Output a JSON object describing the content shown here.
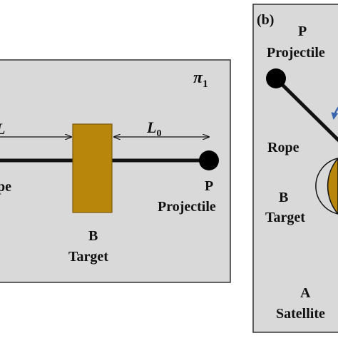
{
  "panel_a": {
    "plane_symbol": "π",
    "plane_subscript": "1",
    "length_symbol": "L",
    "length_subscript": "0",
    "rope_partial": "pe",
    "projectile_letter": "P",
    "projectile_label": "Projectile",
    "target_letter": "B",
    "target_label": "Target"
  },
  "panel_b": {
    "tag": "(b)",
    "projectile_letter": "P",
    "projectile_label": "Projectile",
    "rope_label": "Rope",
    "target_letter": "B",
    "target_label": "Target",
    "satellite_letter": "A",
    "satellite_label": "Satellite"
  },
  "colors": {
    "panel_bg": "#d9d9d9",
    "border": "#333333",
    "target": "#b8860b",
    "target_edge": "#7a5a0a",
    "rope": "#111111",
    "arrow_blue": "#3a66b0"
  }
}
